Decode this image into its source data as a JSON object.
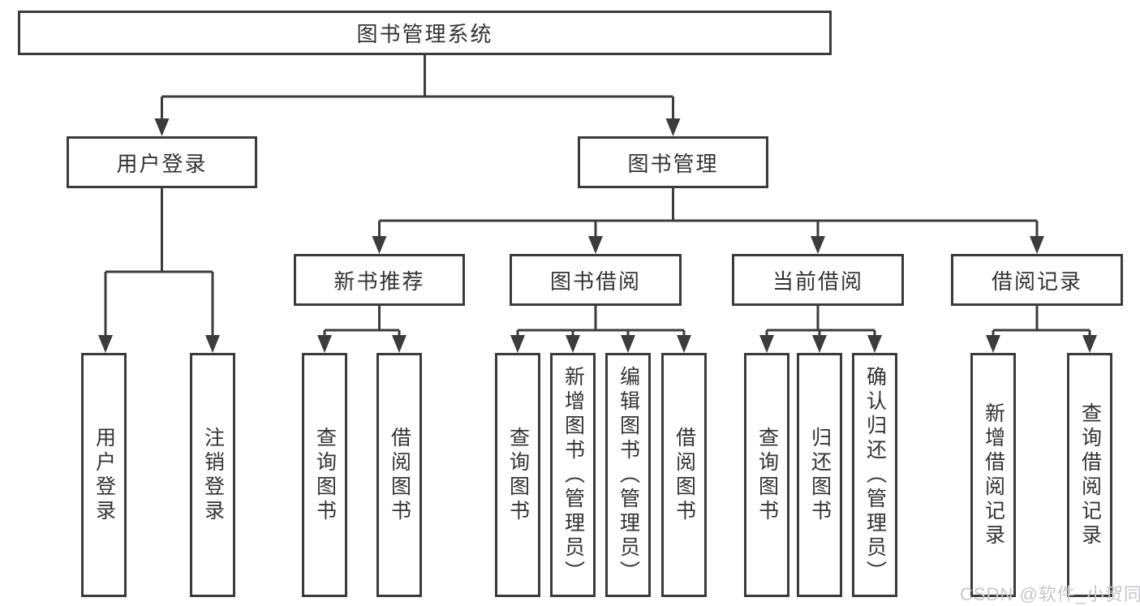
{
  "root": {
    "label": "图书管理系统"
  },
  "level2": {
    "user_login": {
      "label": "用户登录"
    },
    "book_management": {
      "label": "图书管理"
    }
  },
  "level3": {
    "new_book": {
      "label": "新书推荐"
    },
    "borrow": {
      "label": "图书借阅"
    },
    "current": {
      "label": "当前借阅"
    },
    "records": {
      "label": "借阅记录"
    }
  },
  "leaves": {
    "user_login": [
      "用户登录",
      "注销登录"
    ],
    "new_book": [
      "查询图书",
      "借阅图书"
    ],
    "borrow": [
      "查询图书",
      "新增图书（管理员）",
      "编辑图书（管理员）",
      "借阅图书"
    ],
    "current": [
      "查询图书",
      "归还图书",
      "确认归还（管理员）"
    ],
    "records": [
      "新增借阅记录",
      "查询借阅记录"
    ]
  },
  "watermark": "CSDN @软件_小贺同学",
  "colors": {
    "line": "#3c3c3c",
    "text": "#333333",
    "watermark": "#c7c7cd",
    "background": "#ffffff"
  }
}
